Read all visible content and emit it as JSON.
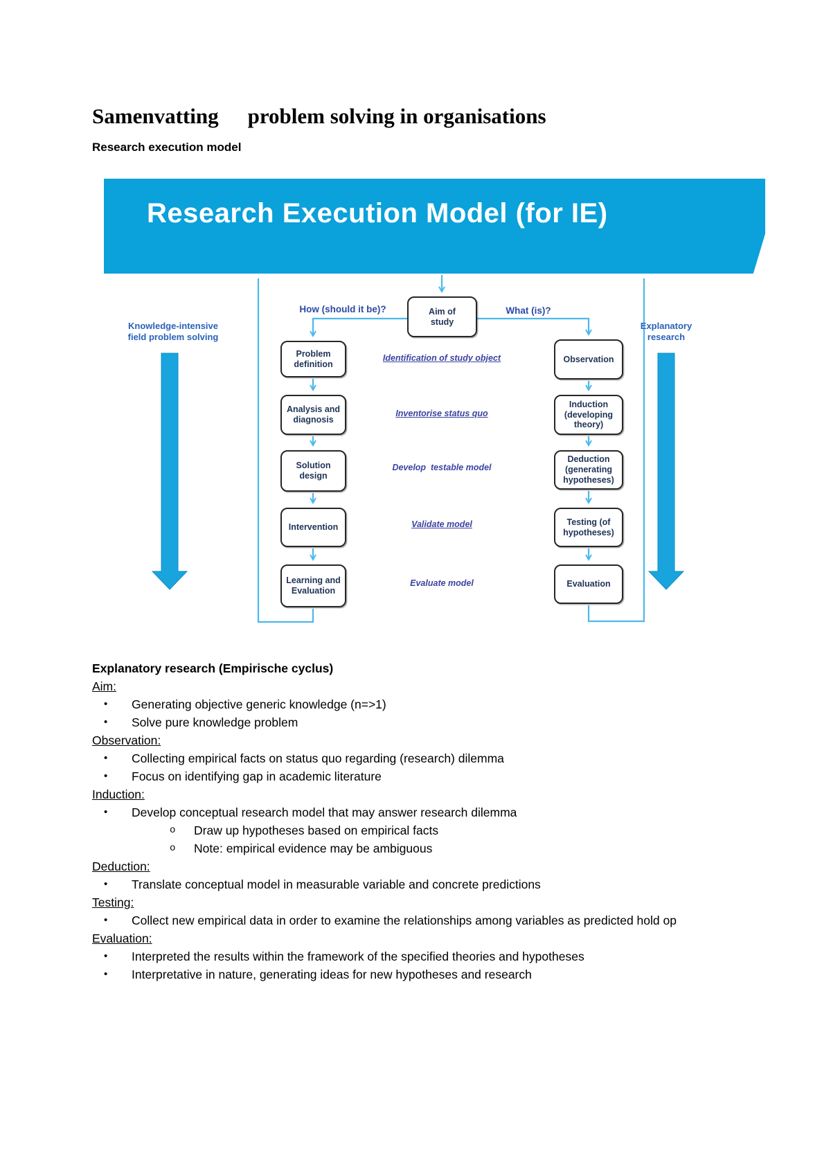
{
  "colors": {
    "banner": "#0ba1da",
    "connector": "#4ab9ec",
    "bigarrow": "#1aa4de",
    "boxtext": "#1f3357",
    "navylabel": "#2b4aa5",
    "italiclabel": "#3c43a0",
    "sidelabel": "#2a62b8"
  },
  "page": {
    "title_left": "Samenvatting",
    "title_right": "problem solving in organisations",
    "subtitle": "Research execution model"
  },
  "diagram": {
    "banner_title": "Research Execution Model (for IE)",
    "aim_label": "Aim of study",
    "label_how": "How (should it be)?",
    "label_what": "What (is)?",
    "left_track_label": "Knowledge-intensive\nfield problem solving",
    "right_track_label": "Explanatory\nresearch",
    "left_column": [
      "Problem definition",
      "Analysis and diagnosis",
      "Solution design",
      "Intervention",
      "Learning and Evaluation"
    ],
    "right_column": [
      "Observation",
      "Induction (developing theory)",
      "Deduction (generating hypotheses)",
      "Testing (of hypotheses)",
      "Evaluation"
    ],
    "center_labels": [
      {
        "text": "Identification of study object",
        "underline": true
      },
      {
        "text": "Inventorise status quo",
        "underline": true
      },
      {
        "text": "Develop  testable model",
        "underline": false
      },
      {
        "text": "Validate model",
        "underline": true
      },
      {
        "text": "Evaluate model",
        "underline": false
      }
    ]
  },
  "notes": {
    "title": "Explanatory research (Empirische cyclus)",
    "sections": [
      {
        "heading": "Aim:",
        "items": [
          {
            "marker": "•",
            "text": "Generating objective generic knowledge (n=>1)",
            "sub": false
          },
          {
            "marker": "•",
            "text": "Solve pure knowledge problem",
            "sub": false
          }
        ]
      },
      {
        "heading": "Observation:",
        "items": [
          {
            "marker": "•",
            "text": "Collecting empirical facts on status quo regarding (research) dilemma",
            "sub": false
          },
          {
            "marker": "•",
            "text": "Focus on identifying gap in academic literature",
            "sub": false
          }
        ]
      },
      {
        "heading": "Induction:",
        "items": [
          {
            "marker": "•",
            "text": "Develop conceptual research model that may answer research dilemma",
            "sub": false
          },
          {
            "marker": "o",
            "text": "Draw up hypotheses based on empirical facts",
            "sub": true
          },
          {
            "marker": "o",
            "text": "Note: empirical evidence may be ambiguous",
            "sub": true
          }
        ]
      },
      {
        "heading": "Deduction:",
        "items": [
          {
            "marker": "•",
            "text": "Translate conceptual model in measurable variable and concrete predictions",
            "sub": false
          }
        ]
      },
      {
        "heading": "Testing:",
        "items": [
          {
            "marker": "•",
            "text": "Collect new empirical data in order to examine the relationships among variables as predicted hold op",
            "sub": false
          }
        ]
      },
      {
        "heading": "Evaluation:",
        "items": [
          {
            "marker": "•",
            "text": "Interpreted the results within the framework of the specified theories and hypotheses",
            "sub": false
          },
          {
            "marker": "•",
            "text": "Interpretative in nature, generating ideas for new hypotheses and research",
            "sub": false
          }
        ]
      }
    ]
  }
}
